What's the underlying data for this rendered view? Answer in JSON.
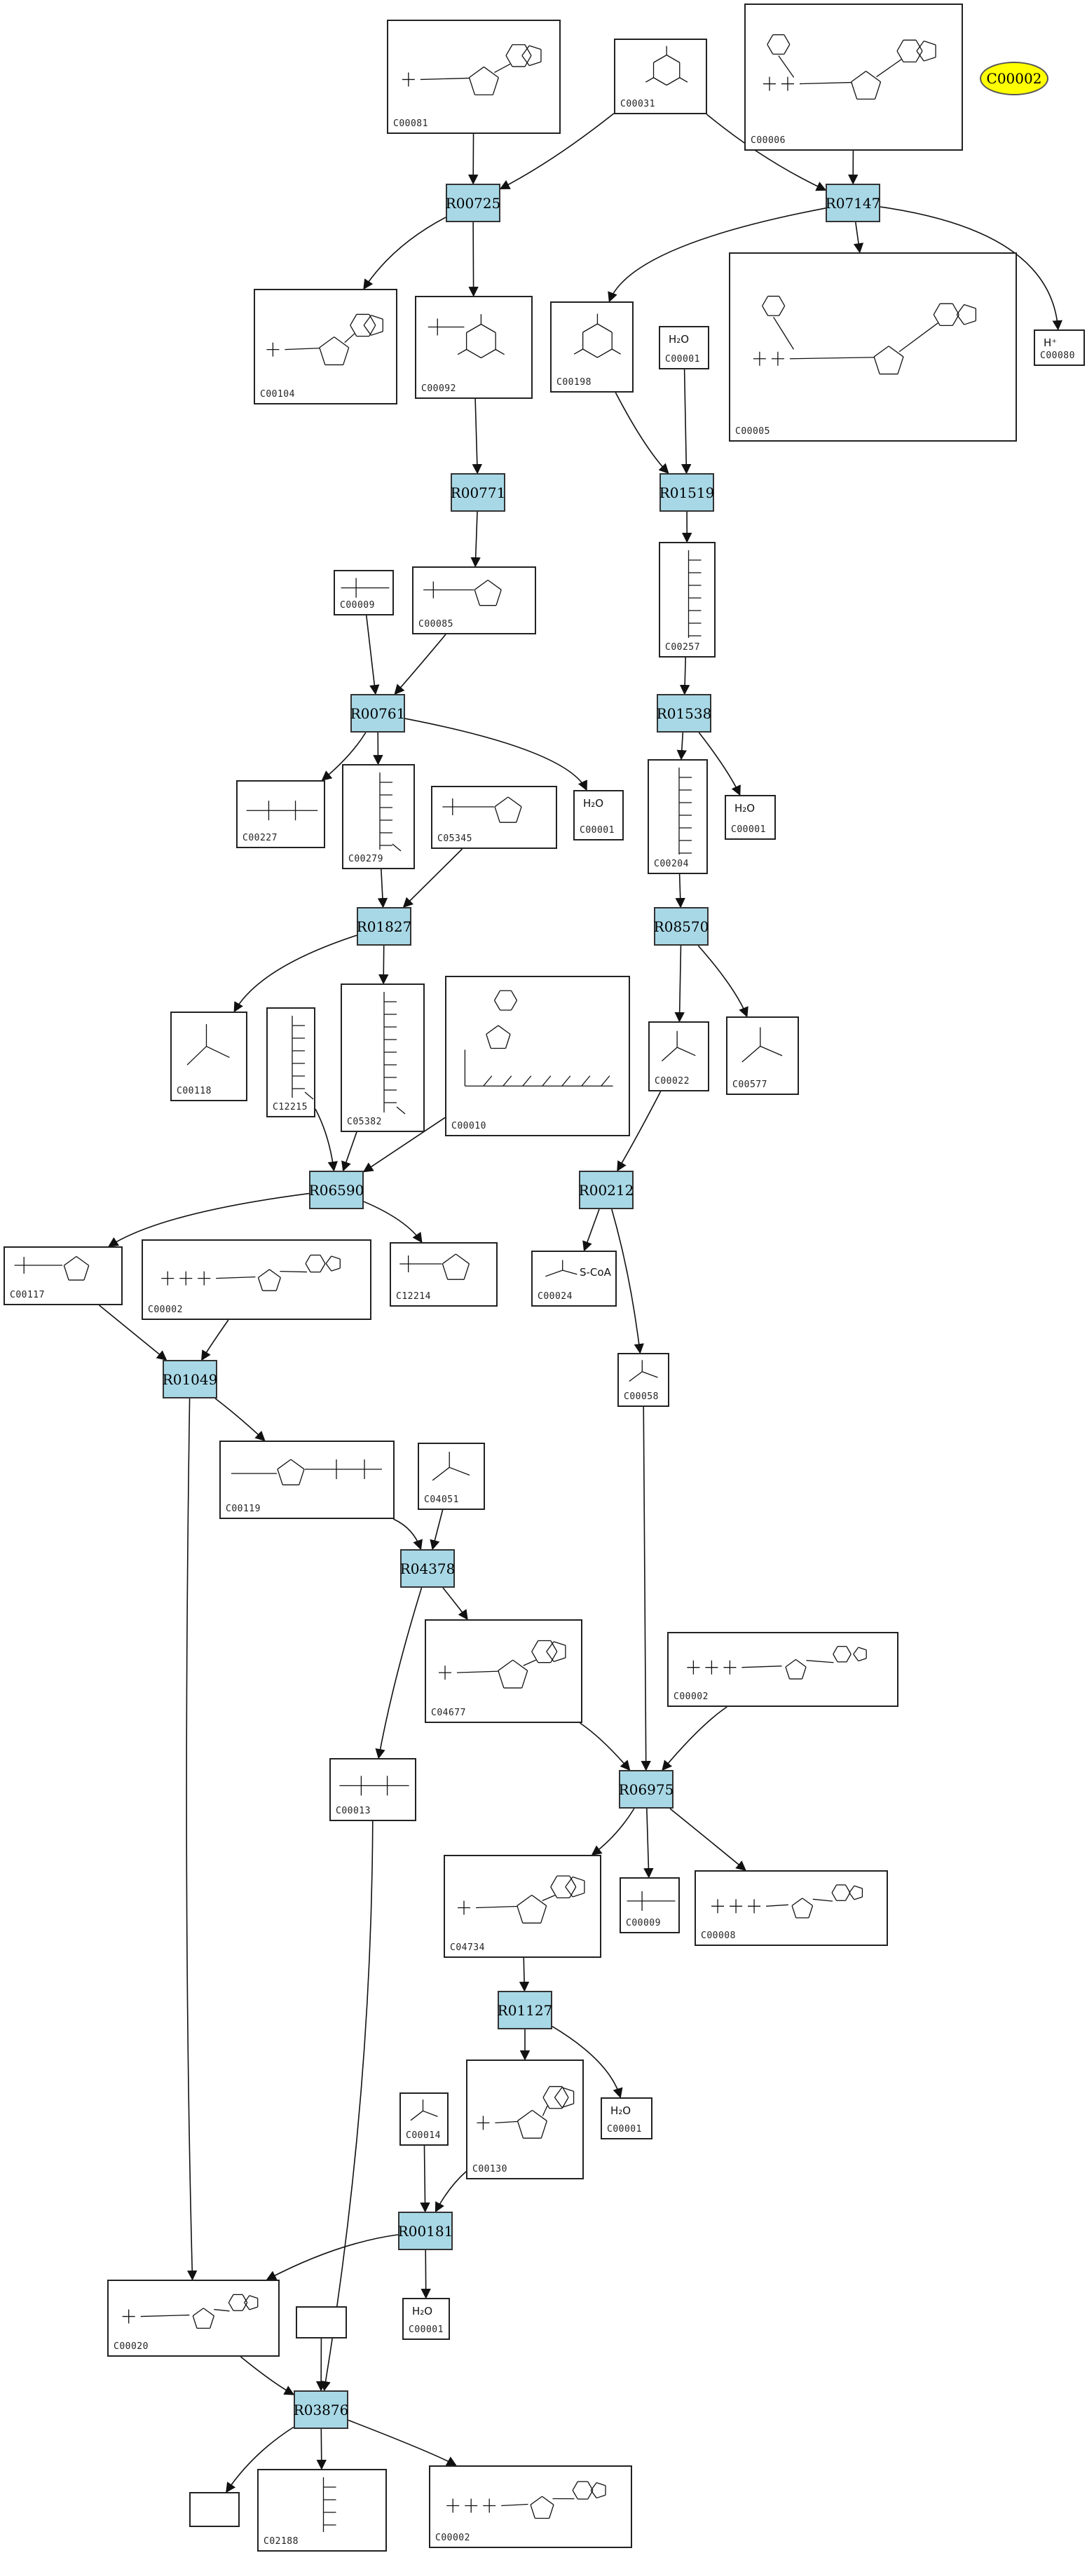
{
  "legend": {
    "label": "C00002"
  },
  "reactions": [
    {
      "id": "R00725"
    },
    {
      "id": "R07147"
    },
    {
      "id": "R00771"
    },
    {
      "id": "R01519"
    },
    {
      "id": "R00761"
    },
    {
      "id": "R01538"
    },
    {
      "id": "R01827"
    },
    {
      "id": "R08570"
    },
    {
      "id": "R06590"
    },
    {
      "id": "R00212"
    },
    {
      "id": "R01049"
    },
    {
      "id": "R04378"
    },
    {
      "id": "R06975"
    },
    {
      "id": "R01127"
    },
    {
      "id": "R00181"
    },
    {
      "id": "R03876"
    }
  ],
  "compounds": [
    {
      "id": "C00081",
      "kind": "nucleotide"
    },
    {
      "id": "C00031",
      "kind": "hexose"
    },
    {
      "id": "C00006",
      "kind": "nad"
    },
    {
      "id": "C00104",
      "kind": "nucleotide"
    },
    {
      "id": "C00092",
      "kind": "hexose-p"
    },
    {
      "id": "C00198",
      "kind": "lactone"
    },
    {
      "id": "C00001",
      "kind": "water",
      "label": "H₂O"
    },
    {
      "id": "C00005",
      "kind": "nad"
    },
    {
      "id": "C00080",
      "kind": "proton",
      "label": "H⁺"
    },
    {
      "id": "C00009",
      "kind": "phosphate"
    },
    {
      "id": "C00085",
      "kind": "furanose-p"
    },
    {
      "id": "C00257",
      "kind": "chain"
    },
    {
      "id": "C00227",
      "kind": "acetylp"
    },
    {
      "id": "C00279",
      "kind": "chain-p"
    },
    {
      "id": "C05345",
      "kind": "furanose-p"
    },
    {
      "id": "C00001",
      "kind": "water",
      "label": "H₂O"
    },
    {
      "id": "C00204",
      "kind": "chain"
    },
    {
      "id": "C00001",
      "kind": "water",
      "label": "H₂O"
    },
    {
      "id": "C00118",
      "kind": "small"
    },
    {
      "id": "C12215",
      "kind": "chain-p"
    },
    {
      "id": "C05382",
      "kind": "chain-p"
    },
    {
      "id": "C00010",
      "kind": "coa"
    },
    {
      "id": "C00022",
      "kind": "small"
    },
    {
      "id": "C00577",
      "kind": "small"
    },
    {
      "id": "C00117",
      "kind": "furanose-p"
    },
    {
      "id": "C00002",
      "kind": "nucleotide-ppp"
    },
    {
      "id": "C12214",
      "kind": "furanose-p"
    },
    {
      "id": "C00024",
      "kind": "acetylcoa",
      "label": "S-CoA"
    },
    {
      "id": "C00058",
      "kind": "small"
    },
    {
      "id": "C00119",
      "kind": "prpp"
    },
    {
      "id": "C04051",
      "kind": "small"
    },
    {
      "id": "C04677",
      "kind": "nucleotide"
    },
    {
      "id": "C00002",
      "kind": "nucleotide-ppp"
    },
    {
      "id": "C00013",
      "kind": "pp"
    },
    {
      "id": "C04734",
      "kind": "nucleotide"
    },
    {
      "id": "C00009",
      "kind": "phosphate"
    },
    {
      "id": "C00008",
      "kind": "nucleotide-ppp"
    },
    {
      "id": "C00001",
      "kind": "water",
      "label": "H₂O"
    },
    {
      "id": "C00014",
      "kind": "small"
    },
    {
      "id": "C00130",
      "kind": "nucleotide"
    },
    {
      "id": "C00001",
      "kind": "water",
      "label": "H₂O"
    },
    {
      "id": "C00020",
      "kind": "nucleotide"
    },
    {
      "id": "",
      "kind": "empty"
    },
    {
      "id": "",
      "kind": "empty"
    },
    {
      "id": "C02188",
      "kind": "chain"
    },
    {
      "id": "C00002",
      "kind": "nucleotide-ppp"
    }
  ]
}
